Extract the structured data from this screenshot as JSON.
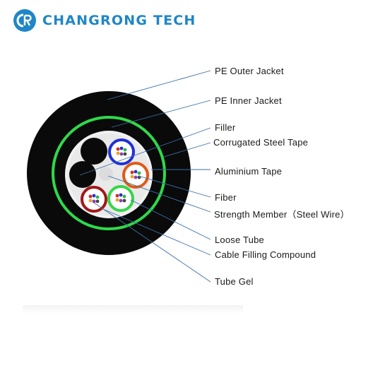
{
  "brand": {
    "name": "CHANGRONG TECH",
    "logo_letters": "CR",
    "color": "#1f86c7"
  },
  "colors": {
    "jacket": "#0a0a0a",
    "corrugated_ring": "#2fd94a",
    "loose_tube_blue": "#1f2fd6",
    "loose_tube_orange": "#e05a18",
    "loose_tube_green": "#35d64a",
    "loose_tube_red": "#a01818",
    "leader_line": "#3a6fa8"
  },
  "labels": [
    {
      "key": "pe_outer_jacket",
      "text": "PE Outer Jacket"
    },
    {
      "key": "pe_inner_jacket",
      "text": "PE  Inner  Jacket"
    },
    {
      "key": "filler",
      "text": "Filler"
    },
    {
      "key": "corrugated_steel_tape",
      "text": "Corrugated  Steel  Tape"
    },
    {
      "key": "aluminium_tape",
      "text": "Aluminium  Tape"
    },
    {
      "key": "fiber",
      "text": "Fiber"
    },
    {
      "key": "strength_member",
      "text": "Strength  Member（Steel  Wire）"
    },
    {
      "key": "loose_tube",
      "text": "Loose Tube"
    },
    {
      "key": "cable_filling_compound",
      "text": "Cable Filling Compound"
    },
    {
      "key": "tube_gel",
      "text": "Tube Gel"
    }
  ]
}
